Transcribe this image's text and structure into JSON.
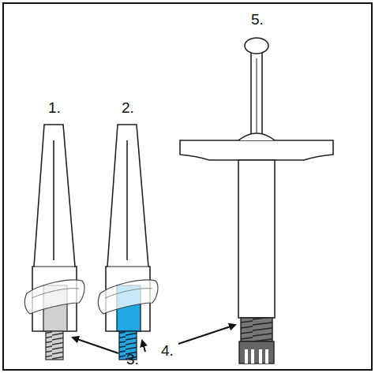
{
  "diagram": {
    "labels": [
      "5.",
      "1.",
      "2.",
      "4.",
      "3."
    ]
  }
}
